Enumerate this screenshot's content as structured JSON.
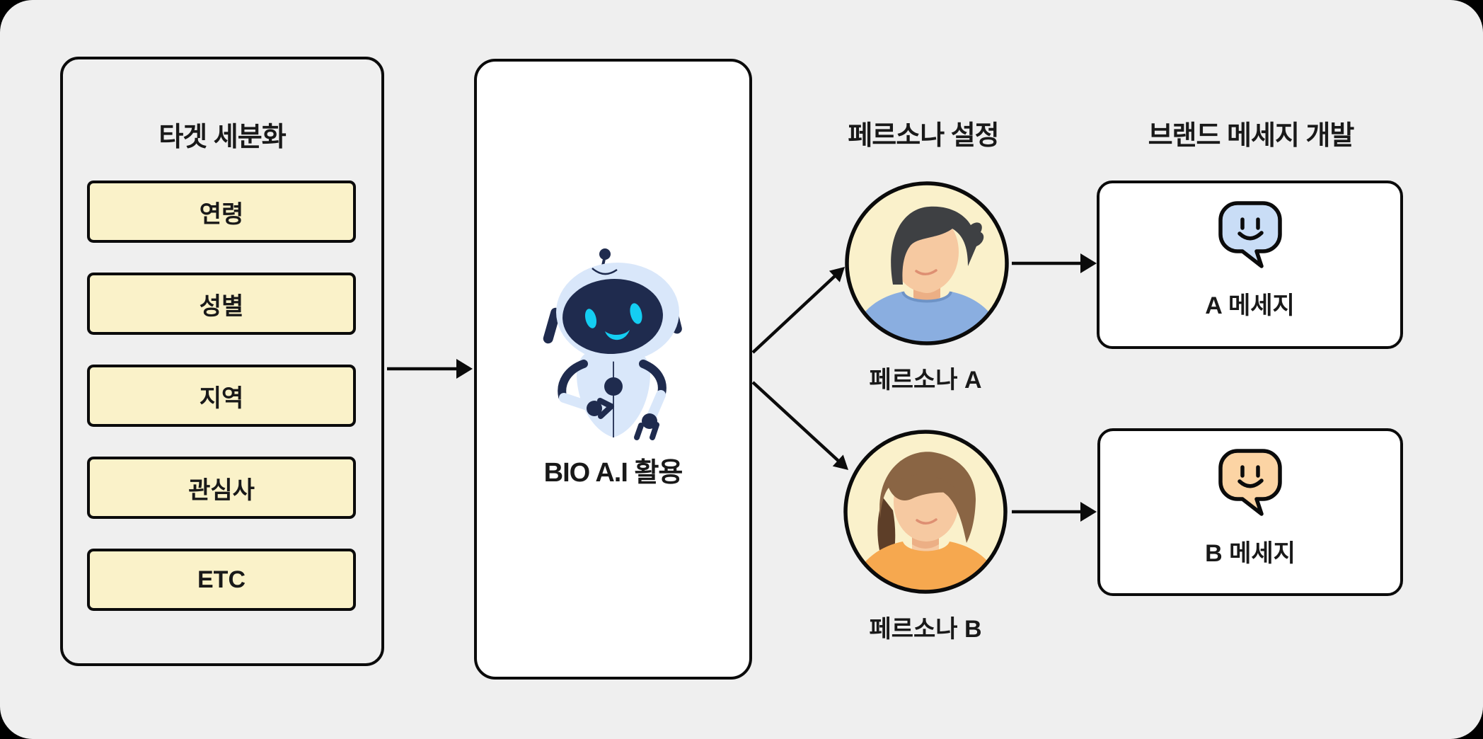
{
  "diagram": {
    "left_panel": {
      "title": "타겟 세분화",
      "items": [
        "연령",
        "성별",
        "지역",
        "관심사",
        "ETC"
      ]
    },
    "ai_panel": {
      "label": "BIO A.I 활용",
      "icon": "robot-mascot"
    },
    "persona": {
      "title": "페르소나 설정",
      "personas": [
        {
          "label": "페르소나 A",
          "avatar": "man-blue-shirt"
        },
        {
          "label": "페르소나 B",
          "avatar": "woman-orange-top"
        }
      ]
    },
    "brand": {
      "title": "브랜드 메세지 개발",
      "messages": [
        {
          "label": "A 메세지",
          "icon": "speech-bubble-smiley-blue"
        },
        {
          "label": "B 메세지",
          "icon": "speech-bubble-smiley-orange"
        }
      ]
    }
  },
  "colors": {
    "background": "#efefef",
    "outline": "#0b0b0b",
    "segment_box_fill": "#faf2c9",
    "persona_circle_fill": "#faf1cb",
    "bubble_a_fill": "#c9ddf6",
    "bubble_b_fill": "#fcd4a4",
    "robot_light_blue": "#d9e7fa",
    "robot_navy": "#1f2b4e",
    "robot_cyan": "#14cef2",
    "skin": "#f6c9a1",
    "shirt_blue": "#8aaee0",
    "top_orange": "#f6a84f",
    "hair_a": "#3e4043",
    "hair_b": "#8a6544"
  }
}
